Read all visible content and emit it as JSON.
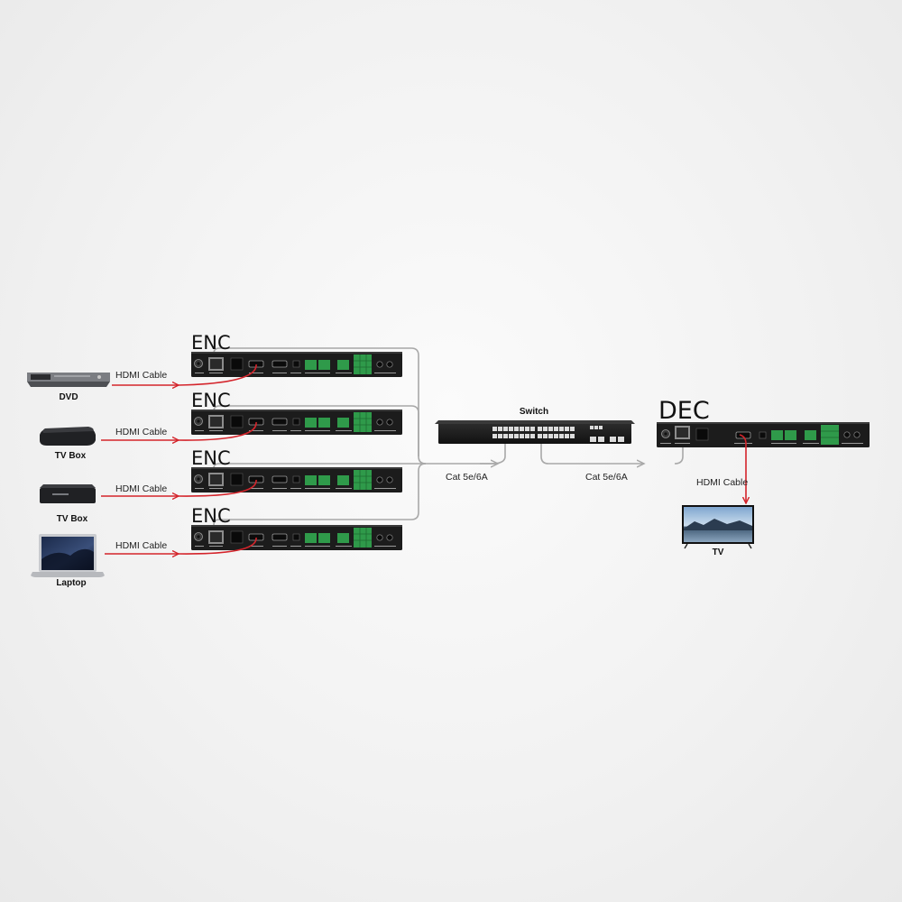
{
  "sources": [
    {
      "label": "DVD",
      "icon": "dvd-player-icon",
      "cable": "HDMI Cable"
    },
    {
      "label": "TV Box",
      "icon": "tv-box-icon",
      "cable": "HDMI Cable"
    },
    {
      "label": "TV Box",
      "icon": "tv-box-icon",
      "cable": "HDMI Cable"
    },
    {
      "label": "Laptop",
      "icon": "laptop-icon",
      "cable": "HDMI Cable"
    }
  ],
  "encoders": [
    {
      "label": "ENC"
    },
    {
      "label": "ENC"
    },
    {
      "label": "ENC"
    },
    {
      "label": "ENC"
    }
  ],
  "switch": {
    "label": "Switch"
  },
  "decoder": {
    "label": "DEC"
  },
  "links": {
    "enc_to_switch": "Cat 5e/6A",
    "switch_to_dec": "Cat 5e/6A",
    "dec_to_tv": "HDMI Cable"
  },
  "display": {
    "label": "TV",
    "icon": "tv-icon"
  },
  "colors": {
    "hdmi": "#d4242b",
    "ethernet": "#a8a8a8",
    "device": "#1b1b1b",
    "terminal": "#2f9a4a"
  }
}
